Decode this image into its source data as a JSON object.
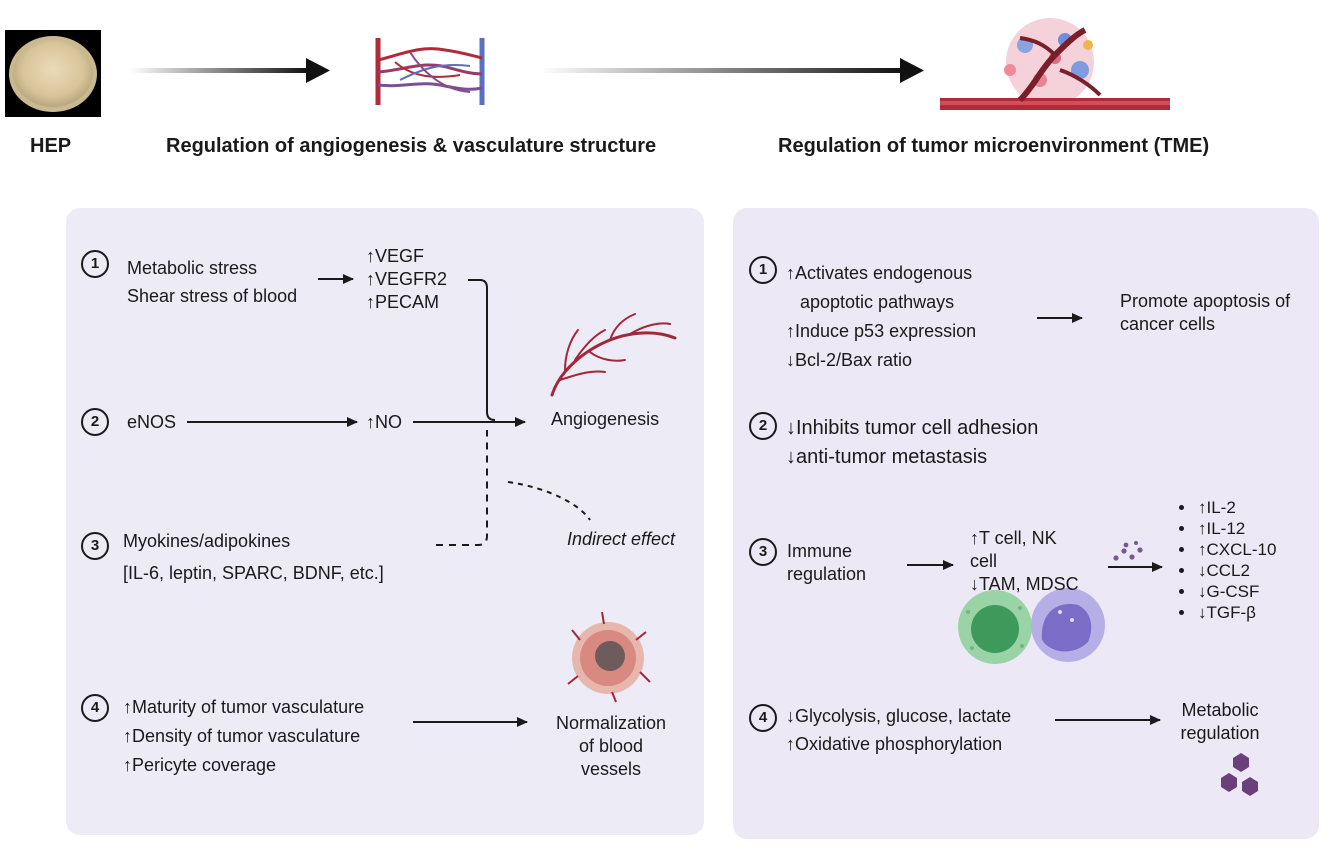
{
  "header": {
    "hep_label": "HEP",
    "angio_title": "Regulation of angiogenesis & vasculature structure",
    "tme_title": "Regulation of tumor microenvironment (TME)"
  },
  "left_panel": {
    "s1": {
      "num": "1",
      "line1": "Metabolic stress",
      "line2": "Shear stress of blood",
      "m1": "↑VEGF",
      "m2": "↑VEGFR2",
      "m3": "↑PECAM"
    },
    "s2": {
      "num": "2",
      "label": "eNOS",
      "marker": "↑NO"
    },
    "angiogenesis": "Angiogenesis",
    "indirect": "Indirect effect",
    "s3": {
      "num": "3",
      "line1": "Myokines/adipokines",
      "line2": "[IL-6, leptin, SPARC, BDNF, etc.]"
    },
    "s4": {
      "num": "4",
      "line1": "↑Maturity of tumor vasculature",
      "line2": "↑Density of tumor vasculature",
      "line3": "↑Pericyte coverage",
      "out1": "Normalization",
      "out2": "of blood",
      "out3": "vessels"
    }
  },
  "right_panel": {
    "s1": {
      "num": "1",
      "line1": "↑Activates endogenous",
      "line2": "apoptotic pathways",
      "line3": "↑Induce p53 expression",
      "line4": "↓Bcl-2/Bax ratio",
      "out1": "Promote apoptosis of",
      "out2": "cancer cells"
    },
    "s2": {
      "num": "2",
      "line1": "↓Inhibits tumor cell adhesion",
      "line2": "↓anti-tumor metastasis"
    },
    "s3": {
      "num": "3",
      "line1": "Immune",
      "line2": "regulation",
      "c1": "↑T cell, NK",
      "c2": "cell",
      "c3": "↓TAM, MDSC",
      "cytokines": [
        "↑IL-2",
        "↑IL-12",
        "↑CXCL-10",
        "↓CCL2",
        "↓G-CSF",
        "↓TGF-β"
      ]
    },
    "s4": {
      "num": "4",
      "line1": "↓Glycolysis, glucose, lactate",
      "line2": "↑Oxidative phosphorylation",
      "out1": "Metabolic",
      "out2": "regulation"
    }
  },
  "colors": {
    "panel_bg": "#ecebf6",
    "right_panel_bg": "#ede8f5",
    "artery": "#b02a3a",
    "vein": "#5a6fc0",
    "t_cell": "#7cc58f",
    "macrophage": "#9f96d6",
    "hexagon": "#6b3f7a"
  }
}
